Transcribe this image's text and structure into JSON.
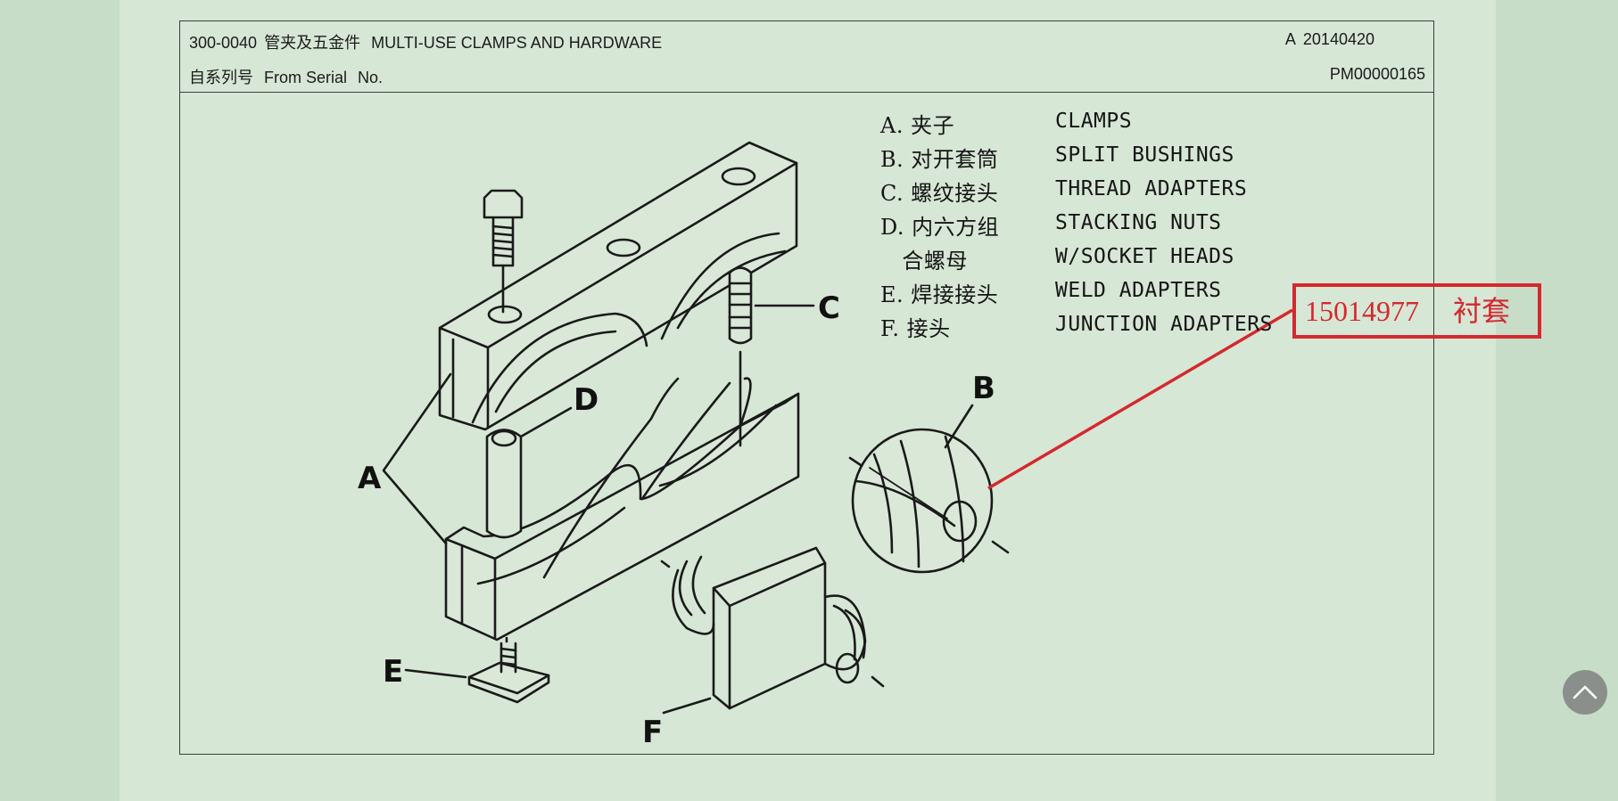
{
  "header": {
    "code": "300-0040",
    "title_zh": "管夹及五金件",
    "title_en": "MULTI-USE CLAMPS AND HARDWARE",
    "revision": "A",
    "date": "20140420",
    "serial_label_zh": "自系列号",
    "serial_label_en": "From Serial",
    "serial_no_label": "No.",
    "document_no": "PM00000165"
  },
  "legend": {
    "items": [
      {
        "zh": "A. 夹子",
        "en": "CLAMPS"
      },
      {
        "zh": "B. 对开套筒",
        "en": "SPLIT BUSHINGS"
      },
      {
        "zh": "C. 螺纹接头",
        "en": "THREAD ADAPTERS"
      },
      {
        "zh": "D. 内六方组",
        "en": "STACKING NUTS"
      },
      {
        "zh": "   合螺母",
        "en": "W/SOCKET HEADS"
      },
      {
        "zh": "E. 焊接接头",
        "en": "WELD ADAPTERS"
      },
      {
        "zh": "F. 接头",
        "en": "JUNCTION ADAPTERS"
      }
    ]
  },
  "drawing": {
    "labels": {
      "a": "A",
      "b": "B",
      "c": "C",
      "d": "D",
      "e": "E",
      "f": "F"
    }
  },
  "callout": {
    "part_number": "15014977",
    "part_name_zh": "衬套",
    "color": "#d5282f"
  },
  "scroll_top": {
    "icon": "chevron-up-icon"
  }
}
